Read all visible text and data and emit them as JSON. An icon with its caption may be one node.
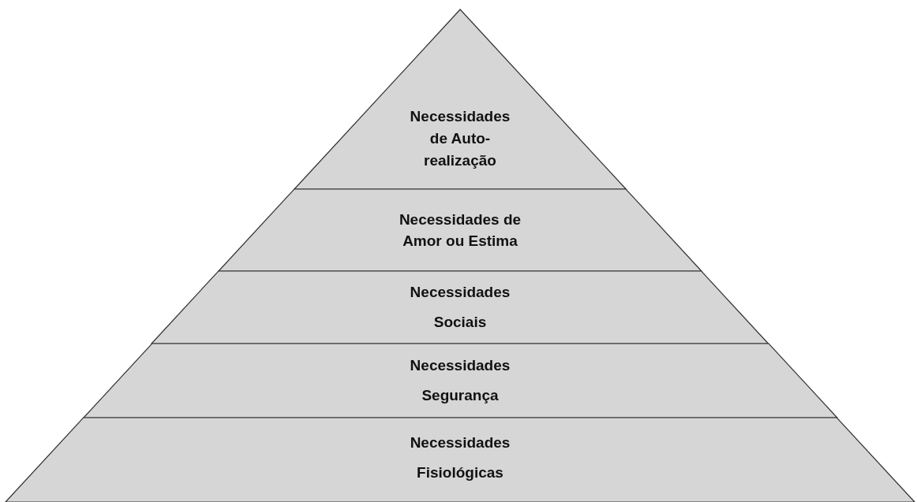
{
  "diagram": {
    "nodes": [
      {
        "text": [
          "Necessidades de Auto-realização"
        ]
      },
      {
        "text": [
          "Necessidades de Amor ou Estima"
        ]
      },
      {
        "text": [
          "Necessidades Sociais"
        ]
      },
      {
        "text": [
          "Necessidades Segurança"
        ]
      },
      {
        "text": [
          "Necessidades Fisiológicas"
        ]
      }
    ]
  }
}
